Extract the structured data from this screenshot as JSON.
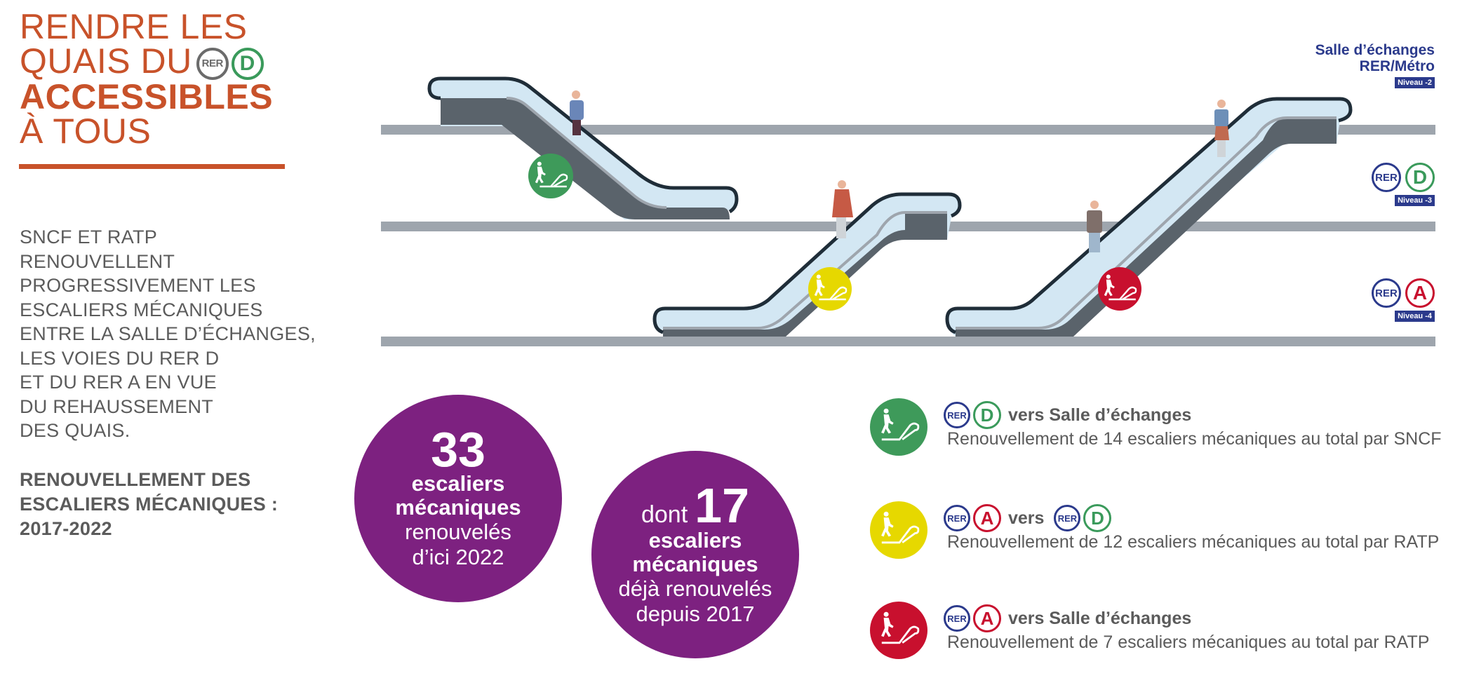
{
  "title": {
    "line1": "RENDRE LES",
    "line2": "QUAIS DU",
    "line2_badges": [
      "RER",
      "D"
    ],
    "line3": "ACCESSIBLES",
    "line4": "À TOUS"
  },
  "intro": {
    "lines": [
      "SNCF ET RATP",
      "RENOUVELLENT",
      "PROGRESSIVEMENT LES",
      "ESCALIERS MÉCANIQUES",
      "ENTRE LA SALLE D’ÉCHANGES,",
      "LES VOIES DU RER D",
      "ET DU RER A EN VUE",
      "DU REHAUSSEMENT",
      "DES QUAIS."
    ]
  },
  "subhead": {
    "lines": [
      "RENOUVELLEMENT DES",
      "ESCALIERS MÉCANIQUES :",
      "2017-2022"
    ]
  },
  "stats": [
    {
      "number": "33",
      "bold_lines": [
        "escaliers",
        "mécaniques"
      ],
      "regular_lines": [
        "renouvelés",
        "d’ici 2022"
      ]
    },
    {
      "prefix": "dont",
      "number": "17",
      "bold_lines": [
        "escaliers",
        "mécaniques"
      ],
      "regular_lines": [
        "déjà renouvelés",
        "depuis 2017"
      ]
    }
  ],
  "levels": {
    "salle": {
      "title_lines": [
        "Salle d’échanges",
        "RER/Métro"
      ],
      "niveau": "Niveau -2"
    },
    "rer_d": {
      "badges": [
        "RER",
        "D"
      ],
      "niveau": "Niveau -3"
    },
    "rer_a": {
      "badges": [
        "RER",
        "A"
      ],
      "niveau": "Niveau -4"
    }
  },
  "legend": [
    {
      "color": "#3e9a5a",
      "icon": "escalator-icon",
      "badges": [
        "RER",
        "D"
      ],
      "head": "vers Salle d’échanges",
      "sub": "Renouvellement de 14 escaliers mécaniques au total par SNCF"
    },
    {
      "color": "#e6d800",
      "icon": "escalator-icon",
      "badges": [
        "RER",
        "A"
      ],
      "head": "vers",
      "badges_after": [
        "RER",
        "D"
      ],
      "sub": "Renouvellement de 12 escaliers mécaniques au total par RATP"
    },
    {
      "color": "#c8102e",
      "icon": "escalator-icon",
      "badges": [
        "RER",
        "A"
      ],
      "head": "vers Salle d’échanges",
      "sub": "Renouvellement de 7 escaliers mécaniques au total par RATP"
    }
  ],
  "colors": {
    "accent_orange": "#c8522a",
    "purple": "#7d2180",
    "rer_blue": "#2b3a8c",
    "line_d_green": "#3a9a5b",
    "line_a_red": "#c8102e",
    "badge_green": "#3e9a5a",
    "badge_yellow": "#e6d800",
    "badge_red": "#c8102e",
    "floor_gray": "#9ea5ad",
    "escalator_dark": "#5a636b",
    "glass": "#d3e7f3"
  }
}
